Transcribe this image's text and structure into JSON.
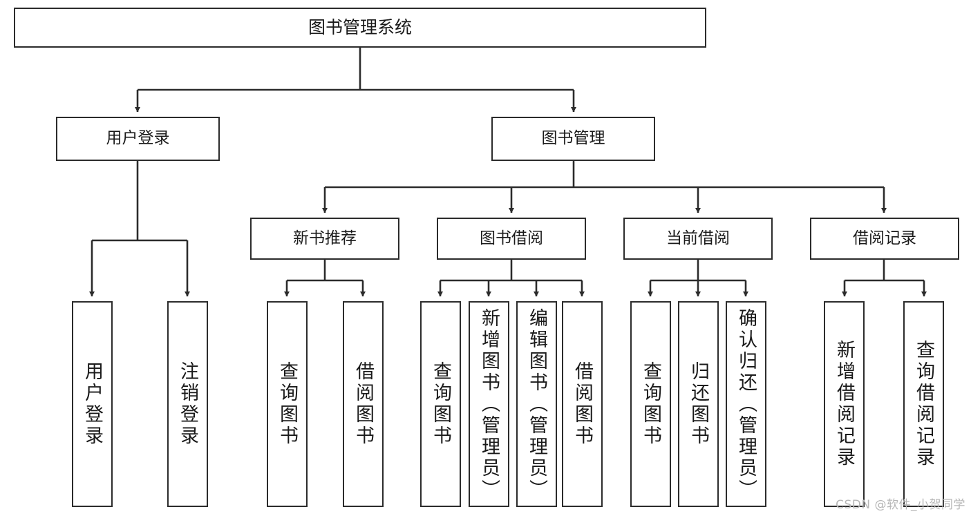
{
  "diagram": {
    "type": "tree-hierarchy-chart",
    "title": "图书管理系统",
    "colors": {
      "box_border": "#2b2b2b",
      "box_fill": "#ffffff",
      "line": "#2b2b2b",
      "text": "#1a1a1a",
      "watermark": "#b6b6b6"
    },
    "root": {
      "label": "图书管理系统"
    },
    "level2": [
      {
        "id": "user-login",
        "label": "用户登录"
      },
      {
        "id": "book-manage",
        "label": "图书管理"
      }
    ],
    "level3": [
      {
        "id": "new-book-rec",
        "label": "新书推荐",
        "parent": "book-manage"
      },
      {
        "id": "book-borrow",
        "label": "图书借阅",
        "parent": "book-manage"
      },
      {
        "id": "current-borrow",
        "label": "当前借阅",
        "parent": "book-manage"
      },
      {
        "id": "borrow-record",
        "label": "借阅记录",
        "parent": "book-manage"
      }
    ],
    "leaves": {
      "user-login": [
        {
          "id": "leaf-user-login",
          "label": "用户登录"
        },
        {
          "id": "leaf-logout",
          "label": "注销登录"
        }
      ],
      "new-book-rec": [
        {
          "id": "leaf-query-book-1",
          "label": "查询图书"
        },
        {
          "id": "leaf-borrow-book-1",
          "label": "借阅图书"
        }
      ],
      "book-borrow": [
        {
          "id": "leaf-query-book-2",
          "label": "查询图书"
        },
        {
          "id": "leaf-add-book",
          "label": "新增图书（管理员）"
        },
        {
          "id": "leaf-edit-book",
          "label": "编辑图书（管理员）"
        },
        {
          "id": "leaf-borrow-book-2",
          "label": "借阅图书"
        }
      ],
      "current-borrow": [
        {
          "id": "leaf-query-book-3",
          "label": "查询图书"
        },
        {
          "id": "leaf-return-book",
          "label": "归还图书"
        },
        {
          "id": "leaf-confirm-return",
          "label": "确认归还（管理员）"
        }
      ],
      "borrow-record": [
        {
          "id": "leaf-add-record",
          "label": "新增借阅记录"
        },
        {
          "id": "leaf-query-record",
          "label": "查询借阅记录"
        }
      ]
    },
    "watermark": "CSDN @软件_小贺同学"
  }
}
